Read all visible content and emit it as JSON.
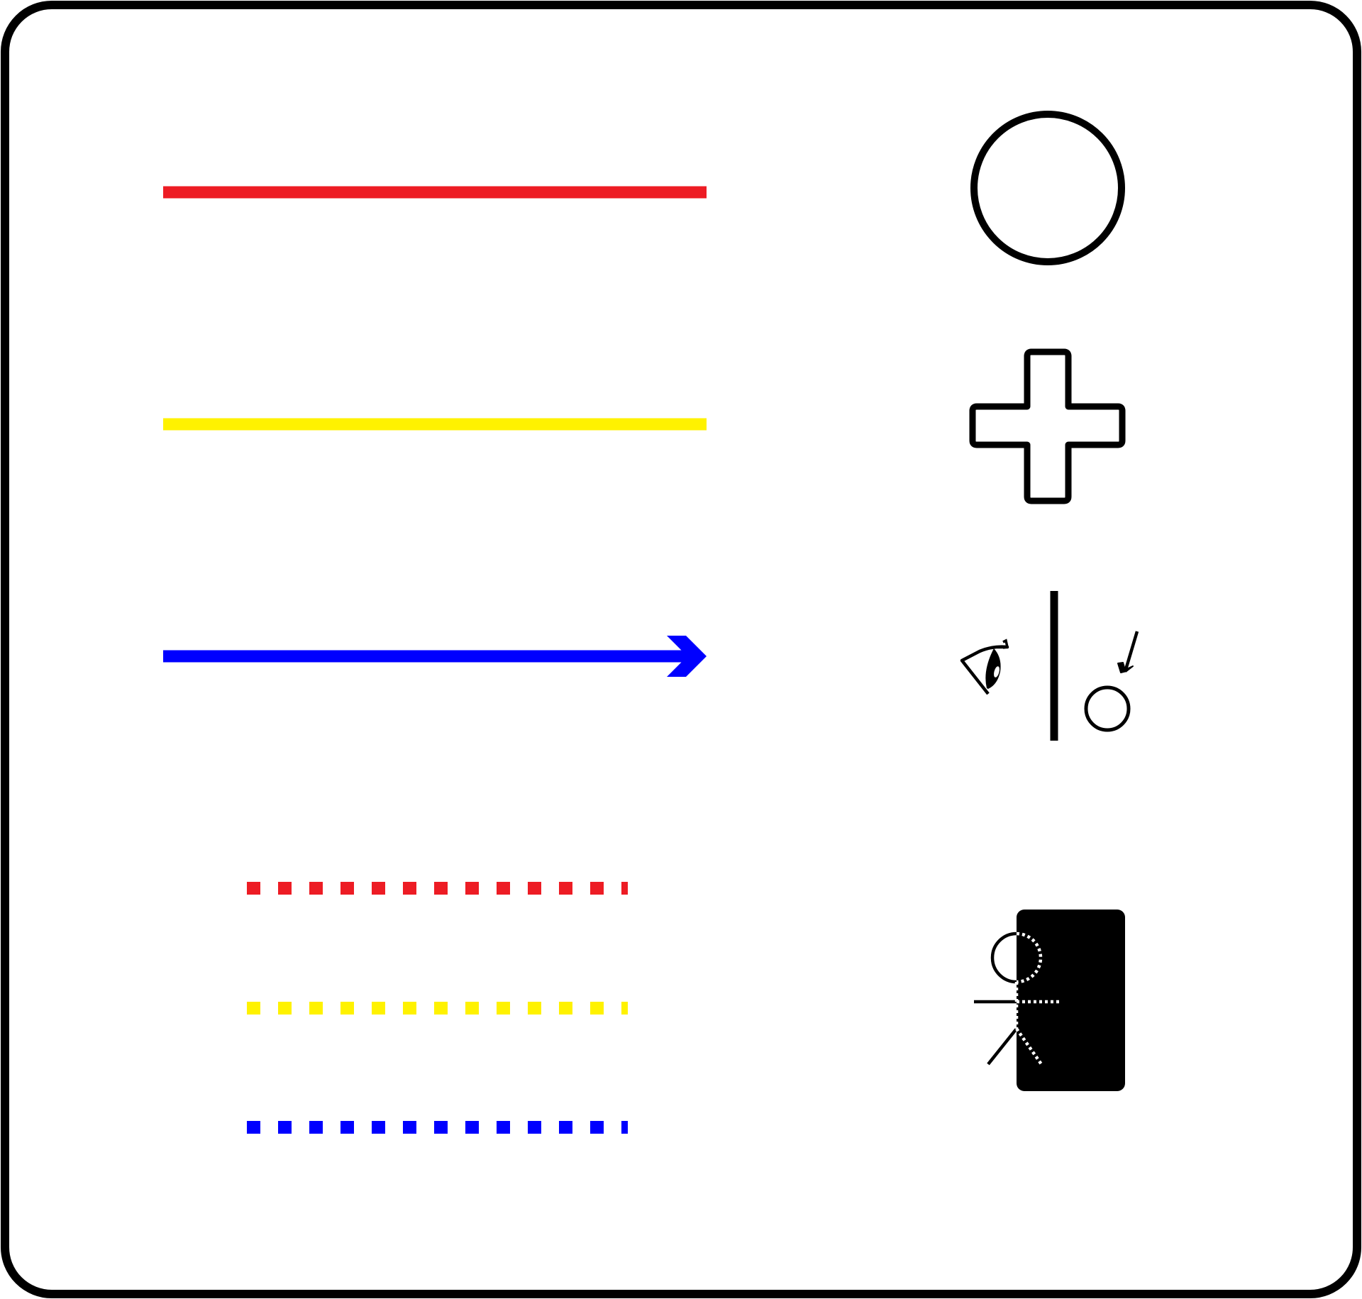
{
  "panel": {
    "background": "#ffffff",
    "border_color": "#000000"
  },
  "legend_rows": [
    {
      "line_color": "#ed1c24",
      "line_style": "solid",
      "end_marker": "none",
      "symbol": "circle-outline-icon"
    },
    {
      "line_color": "#fff200",
      "line_style": "solid",
      "end_marker": "none",
      "symbol": "plus-outline-icon"
    },
    {
      "line_color": "#0000ff",
      "line_style": "solid",
      "end_marker": "arrowhead",
      "symbol": "eye-wall-ball-icon"
    },
    {
      "line_color": "#ed1c24",
      "line_style": "dashed",
      "end_marker": "none",
      "symbol": "person-behind-door-icon"
    },
    {
      "line_color": "#fff200",
      "line_style": "dashed",
      "end_marker": "none"
    },
    {
      "line_color": "#0000ff",
      "line_style": "dashed",
      "end_marker": "none"
    }
  ]
}
